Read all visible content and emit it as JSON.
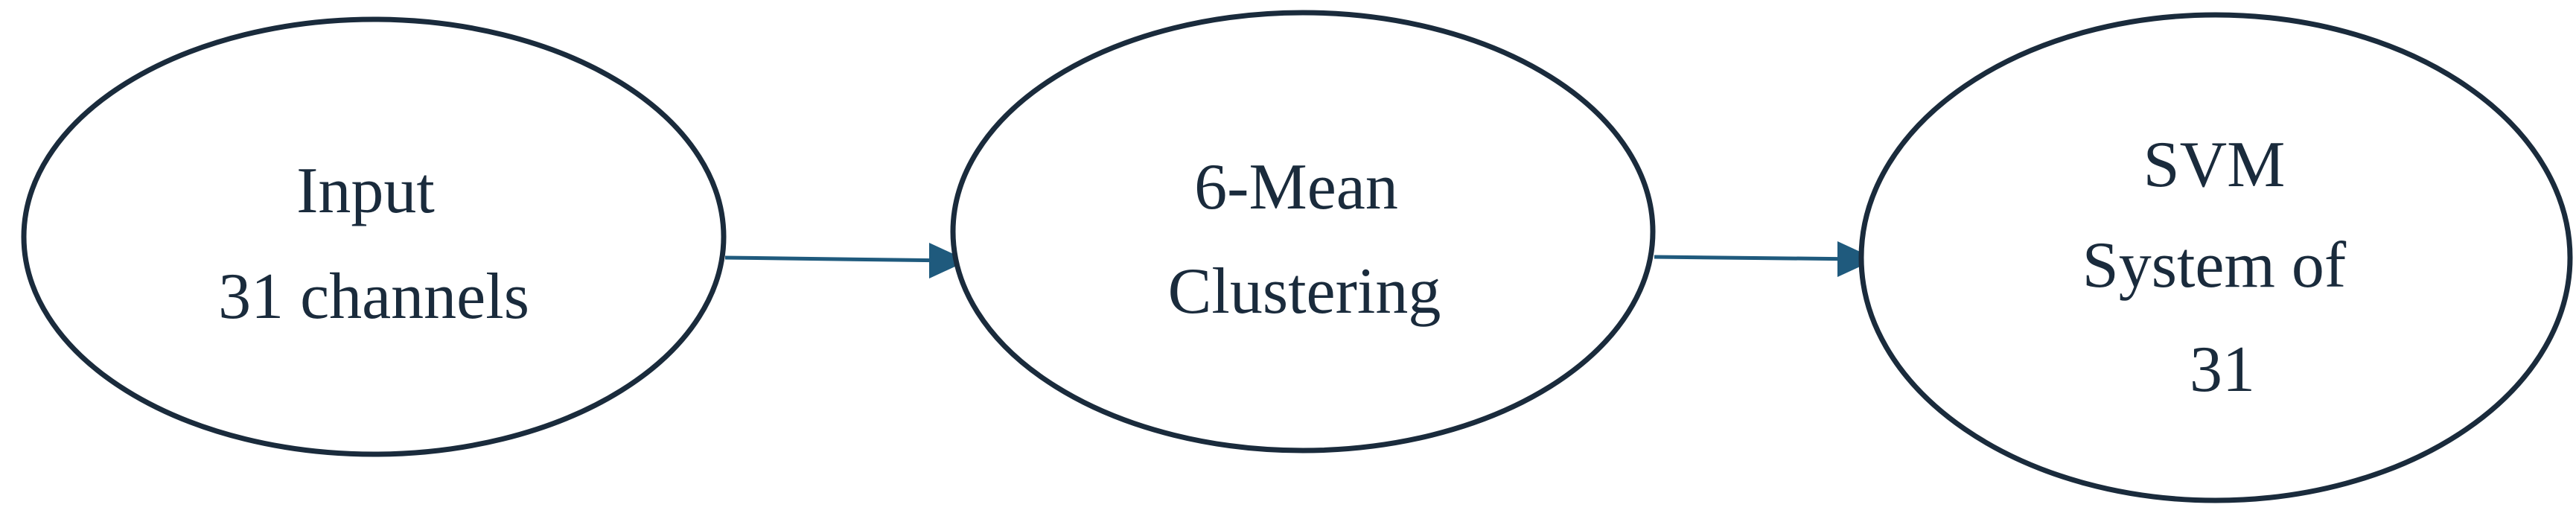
{
  "diagram": {
    "nodes": [
      {
        "id": "input",
        "lines": [
          "Input",
          "31 channels"
        ]
      },
      {
        "id": "clustering",
        "lines": [
          "6-Mean",
          "Clustering"
        ]
      },
      {
        "id": "svm",
        "lines": [
          "SVM",
          "System of",
          "31"
        ]
      }
    ],
    "edges": [
      {
        "from": "input",
        "to": "clustering"
      },
      {
        "from": "clustering",
        "to": "svm"
      }
    ],
    "colors": {
      "node_stroke": "#1a2b3c",
      "arrow": "#1f5a7d",
      "text": "#1a2b3c"
    }
  }
}
